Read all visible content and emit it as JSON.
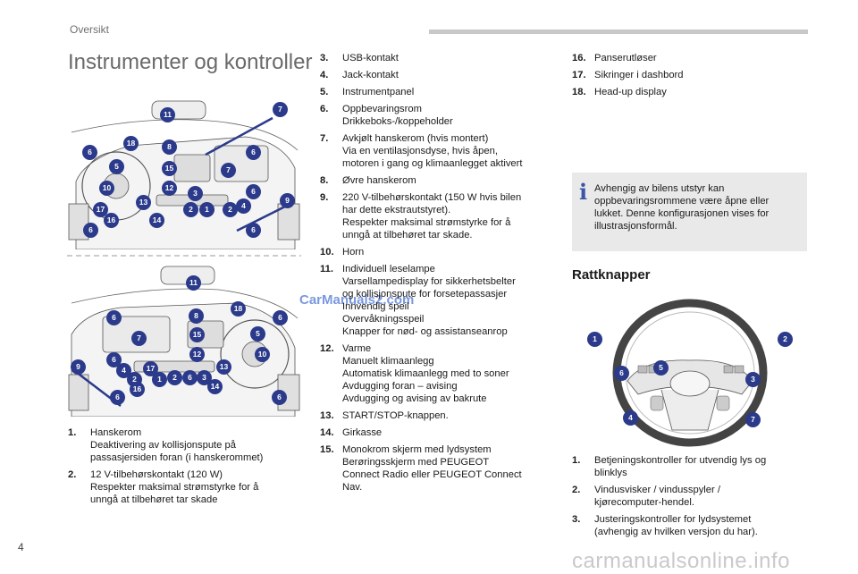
{
  "header": {
    "section": "Oversikt"
  },
  "page_title": "Instrumenter og kontroller",
  "figure_top": {
    "badges": [
      "11",
      "7",
      "6",
      "18",
      "8",
      "6",
      "5",
      "15",
      "7",
      "10",
      "12",
      "6",
      "13",
      "3",
      "9",
      "17",
      "2",
      "1",
      "2",
      "4",
      "16",
      "14",
      "6",
      "6"
    ]
  },
  "figure_bottom": {
    "badges": [
      "11",
      "18",
      "6",
      "8",
      "6",
      "5",
      "7",
      "15",
      "6",
      "12",
      "10",
      "4",
      "2",
      "17",
      "13",
      "9",
      "1",
      "2",
      "6",
      "3",
      "16",
      "14",
      "6",
      "6"
    ]
  },
  "list_col1": [
    {
      "num": "1.",
      "lines": [
        "Hanskerom",
        "Deaktivering av kollisjonspute på",
        "passasjersiden foran (i hanskerommet)"
      ]
    },
    {
      "num": "2.",
      "lines": [
        "12 V-tilbehørskontakt (120 W)",
        "Respekter maksimal strømstyrke for å",
        "unngå at tilbehøret tar skade"
      ]
    }
  ],
  "list_col2": [
    {
      "num": "3.",
      "lines": [
        "USB-kontakt"
      ]
    },
    {
      "num": "4.",
      "lines": [
        "Jack-kontakt"
      ]
    },
    {
      "num": "5.",
      "lines": [
        "Instrumentpanel"
      ]
    },
    {
      "num": "6.",
      "lines": [
        "Oppbevaringsrom",
        "Drikkeboks-/koppeholder"
      ]
    },
    {
      "num": "7.",
      "lines": [
        "Avkjølt hanskerom (hvis montert)",
        "Via en ventilasjonsdyse, hvis åpen,",
        "motoren i gang og klimaanlegget aktivert"
      ]
    },
    {
      "num": "8.",
      "lines": [
        "Øvre hanskerom"
      ]
    },
    {
      "num": "9.",
      "lines": [
        "220 V-tilbehørskontakt (150 W hvis bilen",
        "har dette ekstrautstyret).",
        "Respekter maksimal strømstyrke for å",
        "unngå at tilbehøret tar skade."
      ]
    },
    {
      "num": "10.",
      "lines": [
        "Horn"
      ]
    },
    {
      "num": "11.",
      "lines": [
        "Individuell leselampe",
        "Varsellampedisplay for sikkerhetsbelter",
        "og kollisjonspute for forsetepassasjer",
        "Innvendig speil",
        "Overvåkningsspeil",
        "Knapper for nød- og assistanseanrop"
      ]
    },
    {
      "num": "12.",
      "lines": [
        "Varme",
        "Manuelt klimaanlegg",
        "Automatisk klimaanlegg med to soner",
        "Avdugging foran – avising",
        "Avdugging og avising av bakrute"
      ]
    },
    {
      "num": "13.",
      "lines": [
        "START/STOP-knappen."
      ]
    },
    {
      "num": "14.",
      "lines": [
        "Girkasse"
      ]
    },
    {
      "num": "15.",
      "lines": [
        "Monokrom skjerm med lydsystem",
        "Berøringsskjerm med PEUGEOT",
        "Connect Radio eller PEUGEOT Connect",
        "Nav."
      ]
    }
  ],
  "list_col3": [
    {
      "num": "16.",
      "lines": [
        "Panserutløser"
      ]
    },
    {
      "num": "17.",
      "lines": [
        "Sikringer i dashbord"
      ]
    },
    {
      "num": "18.",
      "lines": [
        "Head-up display"
      ]
    }
  ],
  "info_box": {
    "icon": "info-icon",
    "lines": [
      "Avhengig av bilens utstyr kan",
      "oppbevaringsrommene være åpne eller",
      "lukket. Denne konfigurasjonen vises for",
      "illustrasjonsformål."
    ]
  },
  "subsection_title": "Rattknapper",
  "wheel_figure": {
    "badges": [
      "1",
      "2",
      "6",
      "5",
      "3",
      "4",
      "7"
    ]
  },
  "list_wheel": [
    {
      "num": "1.",
      "lines": [
        "Betjeningskontroller for utvendig lys og",
        "blinklys"
      ]
    },
    {
      "num": "2.",
      "lines": [
        "Vindusvisker / vindusspyler /",
        "kjørecomputer-hendel."
      ]
    },
    {
      "num": "3.",
      "lines": [
        "Justeringskontroller for lydsystemet",
        "(avhengig av hvilken versjon du har)."
      ]
    }
  ],
  "page_number": "4",
  "watermark": "CarManuals2.com",
  "footer_watermark": "carmanualsonline.info",
  "colors": {
    "badge": "#2b3a8a",
    "info_box_bg": "#e9e9ea",
    "info_icon": "#3b56a6",
    "heading": "#6a6a6a"
  }
}
